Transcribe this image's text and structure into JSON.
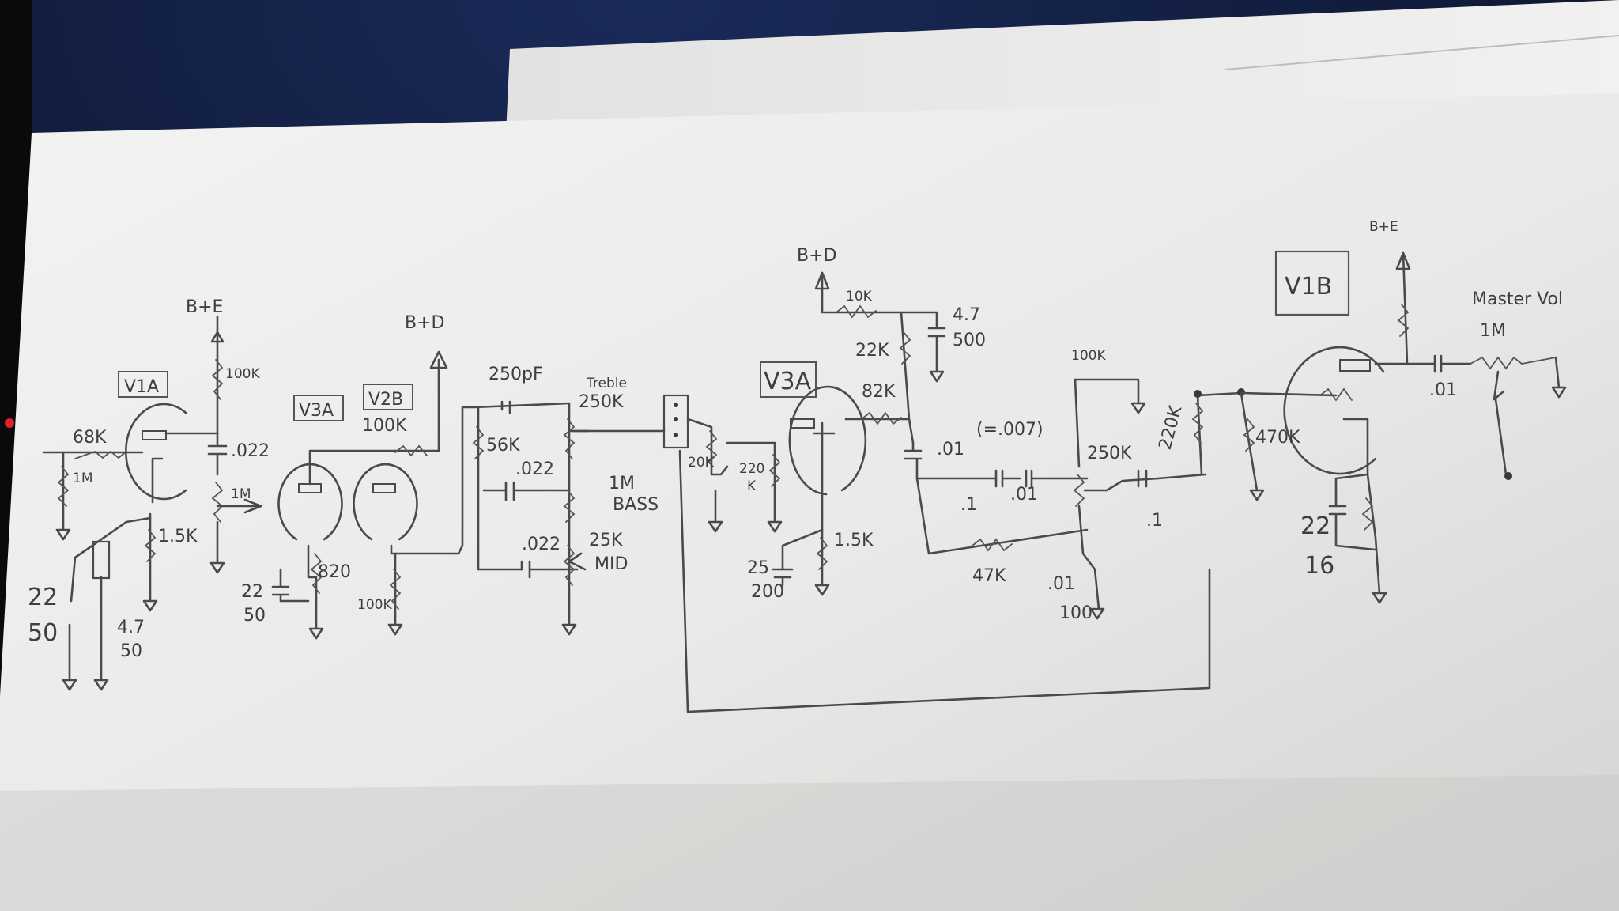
{
  "labels": {
    "v1a": "V1A",
    "v3a_left": "V3A",
    "v2b": "V2B",
    "v3a_mid": "V3A",
    "v1b": "V1B",
    "bplus_e_left": "B+E",
    "bplus_d_left": "B+D",
    "bplus_d_mid": "B+D",
    "bplus_e_right": "B+E",
    "r68k": "68K",
    "r1m_in": "1M",
    "r100k_v1a": "100K",
    "c022_cpl": ".022",
    "r1m_grid": "1M",
    "r1_5k_v1a": "1.5K",
    "cap22_50_a": "22",
    "cap22_50_b": "50",
    "cap47_50_a": "4.7",
    "cap47_50_b": "50",
    "r100k_v2b": "100K",
    "r820": "820",
    "cap22_50_c": "22",
    "cap22_50_d": "50",
    "r100k_cath": "100K",
    "c250pf": "250pF",
    "treble_name": "Treble",
    "treble_val": "250K",
    "r56k": "56K",
    "c022_bass": ".022",
    "bass_val": "1M",
    "bass_name": "BASS",
    "c022_mid": ".022",
    "mid_val": "25K",
    "mid_name": "MID",
    "pot20k": "20K",
    "r220k": "220",
    "r220k_b": "K",
    "r10k": "10K",
    "cap47_500_a": "4.7",
    "cap47_500_b": "500",
    "r22k": "22K",
    "r82k": "82K",
    "r1_5k_v3a": "1.5K",
    "cap25_a": "25",
    "cap25_b": "200",
    "c01_a": ".01",
    "c007": "(=.007)",
    "c1_a": ".1",
    "c01_b": ".01",
    "r100k_top": "100K",
    "pot250k": "250K",
    "r47k": "47K",
    "c1_b": ".1",
    "c01_100_a": ".01",
    "c01_100_b": "100",
    "r220k_v": "220K",
    "r470k": "470K",
    "cap22_16_a": "22",
    "cap22_16_b": "16",
    "c01_out": ".01",
    "master_vol": "Master Vol",
    "master_val": "1M"
  }
}
